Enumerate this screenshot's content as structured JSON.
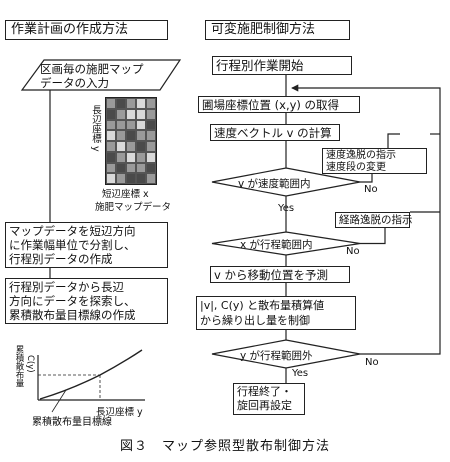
{
  "left": {
    "header": "作業計画の作成方法",
    "input": "区画毎の施肥マップ\nデータの入力",
    "map_ylabel": "長辺座標 y",
    "map_xlabel": "短辺座標 x",
    "map_caption": "施肥マップデータ",
    "step1": "マップデータを短辺方向\nに作業幅単位で分割し、\n行程別データの作成",
    "step2": "行程別データから長辺\n方向にデータを探索し、\n累積散布量目標線の作成",
    "graph_ylabel": "累積散布量",
    "graph_yvar": "C(y)",
    "graph_xlabel": "長辺座標 y",
    "graph_caption": "累積散布量目標線"
  },
  "right": {
    "header": "可変施肥制御方法",
    "start": "行程別作業開始",
    "get_pos": "圃場座標位置 (x,y) の取得",
    "calc_vel": "速度ベクトル v の計算",
    "dec_speed": "v が速度範囲内",
    "speed_note": "速度逸脱の指示\n速度段の変更",
    "dec_x": "x が行程範囲内",
    "route_note": "経路逸脱の指示",
    "predict": "v から移動位置を予測",
    "control": "|v|, C(y) と散布量積算値\nから繰り出し量を制御",
    "dec_y": "y が行程範囲外",
    "end": "行程終了・\n旋回再設定",
    "yes": "Yes",
    "no": "No"
  },
  "caption": "図３　マップ参照型散布制御方法",
  "map_levels": [
    [
      2,
      3,
      2,
      1,
      2
    ],
    [
      3,
      2,
      1,
      1,
      2
    ],
    [
      2,
      2,
      2,
      1,
      3
    ],
    [
      1,
      2,
      3,
      2,
      2
    ],
    [
      2,
      1,
      2,
      3,
      2
    ],
    [
      3,
      2,
      1,
      2,
      1
    ],
    [
      2,
      3,
      2,
      2,
      3
    ],
    [
      1,
      2,
      3,
      3,
      2
    ]
  ]
}
